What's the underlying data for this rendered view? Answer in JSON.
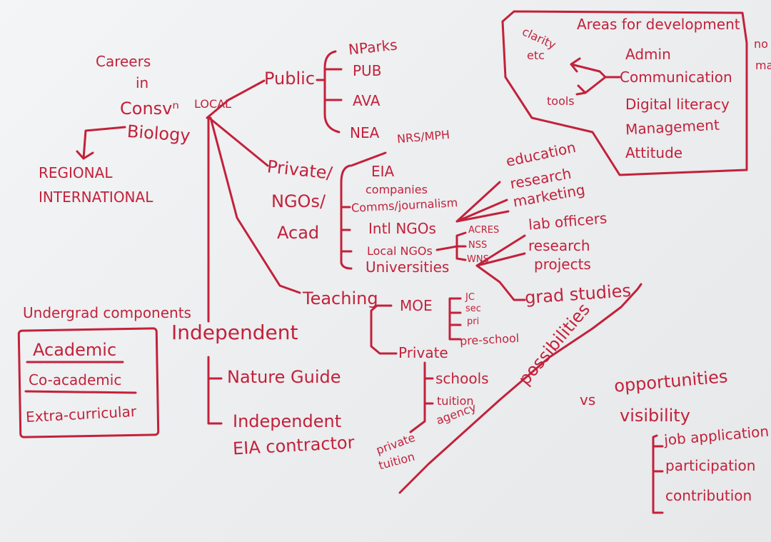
{
  "colors": {
    "ink": "#c3213a",
    "paper": "#eef0f2"
  },
  "title": [
    "Careers",
    "in",
    "Consvⁿ",
    "Biology"
  ],
  "scope": [
    "REGIONAL",
    "INTERNATIONAL"
  ],
  "local": "LOCAL",
  "public": {
    "label": "Public",
    "items": [
      "NParks",
      "PUB",
      "AVA",
      "NEA"
    ]
  },
  "private": {
    "label": [
      "Private/",
      "NGOs/",
      "Acad"
    ],
    "nrs": "NRS/MPH",
    "eia": [
      "EIA",
      "companies"
    ],
    "comms": "Comms/journalism",
    "intl": "Intl NGOs",
    "local_ngos": "Local NGOs",
    "ngo_names": [
      "ACRES",
      "NSS",
      "WNS"
    ],
    "universities": "Universities",
    "intl_roles": [
      "education",
      "research",
      "marketing"
    ],
    "uni_roles": [
      "lab officers",
      "research",
      "projects",
      "grad studies"
    ]
  },
  "teaching": {
    "label": "Teaching",
    "moe": "MOE",
    "moe_levels": [
      "JC",
      "sec",
      "pri",
      "pre-school"
    ],
    "private": "Private",
    "private_types": [
      "schools",
      "tuition",
      "agency"
    ],
    "private_tuition": [
      "private",
      "tuition"
    ]
  },
  "independent": {
    "label": "Independent",
    "items": [
      "Nature Guide",
      "Independent",
      "EIA contractor"
    ]
  },
  "undergrad": {
    "title": "Undergrad components",
    "items": [
      "Academic",
      "Co-academic",
      "Extra-curricular"
    ]
  },
  "areas": {
    "title": "Areas for development",
    "items": [
      "Admin",
      "Communication",
      "Digital literacy",
      "Management",
      "Attitude"
    ],
    "clarity": [
      "clarity",
      "etc"
    ],
    "tools": "tools"
  },
  "bottom": {
    "possibilities": "possibilities",
    "vs": "vs",
    "opportunities": "opportunities",
    "visibility": "visibility",
    "items": [
      "job application",
      "participation",
      "contribution"
    ]
  },
  "edge": [
    "no",
    "ma"
  ]
}
